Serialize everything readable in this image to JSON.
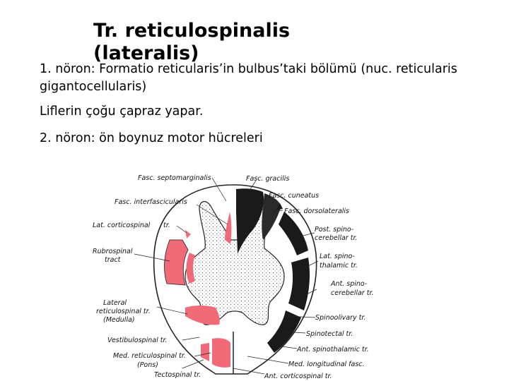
{
  "slide": {
    "title": "Tr. reticulospinalis (lateralis)",
    "paragraph1": "1. nöron: Formatio reticularis’in bulbus’taki bölümü (nuc. reticularis gigantocellularis)",
    "paragraph2": "Liflerin çoğu çapraz yapar.",
    "paragraph3": "2. nöron: ön boynuz motor hücreleri"
  },
  "figure": {
    "labels": {
      "fasc_septomarginalis": "Fasc. septomarginalis",
      "fasc_gracilis": "Fasc. gracilis",
      "fasc_cuneatus": "Fasc. cuneatus",
      "fasc_interfascicularis": "Fasc. interfascicularis",
      "fasc_dorsolateralis": "Fasc. dorsolateralis",
      "lat_corticospinal_1": "Lat. corticospinal",
      "lat_corticospinal_2": "tr.",
      "post_spinocerebellar_1": "Post. spino-",
      "post_spinocerebellar_2": "cerebellar tr.",
      "rubrospinal_1": "Rubrospinal",
      "rubrospinal_2": "tract",
      "lat_spinothalamic_1": "Lat. spino-",
      "lat_spinothalamic_2": "thalamic tr.",
      "ant_spinocerebellar_1": "Ant. spino-",
      "ant_spinocerebellar_2": "cerebellar tr.",
      "lateral_reticulospinal_1": "Lateral",
      "lateral_reticulospinal_2": "reticulospinal tr.",
      "lateral_reticulospinal_3": "(Medulla)",
      "spinoolivary": "Spinoolivary tr.",
      "spinotectal": "Spinotectal tr.",
      "vestibulospinal": "Vestibulospinal tr.",
      "ant_spinothalamic": "Ant. spinothalamic tr.",
      "med_reticulospinal_1": "Med. reticulospinal tr.",
      "med_reticulospinal_2": "(Pons)",
      "med_longitudinal": "Med. longitudinal fasc.",
      "tectospinal": "Tectospinal tr.",
      "ant_corticospinal": "Ant. corticospinal tr."
    },
    "colors": {
      "highlight": "#f06a78",
      "dark_tract": "#1a1a1a",
      "outline": "#222222"
    }
  }
}
